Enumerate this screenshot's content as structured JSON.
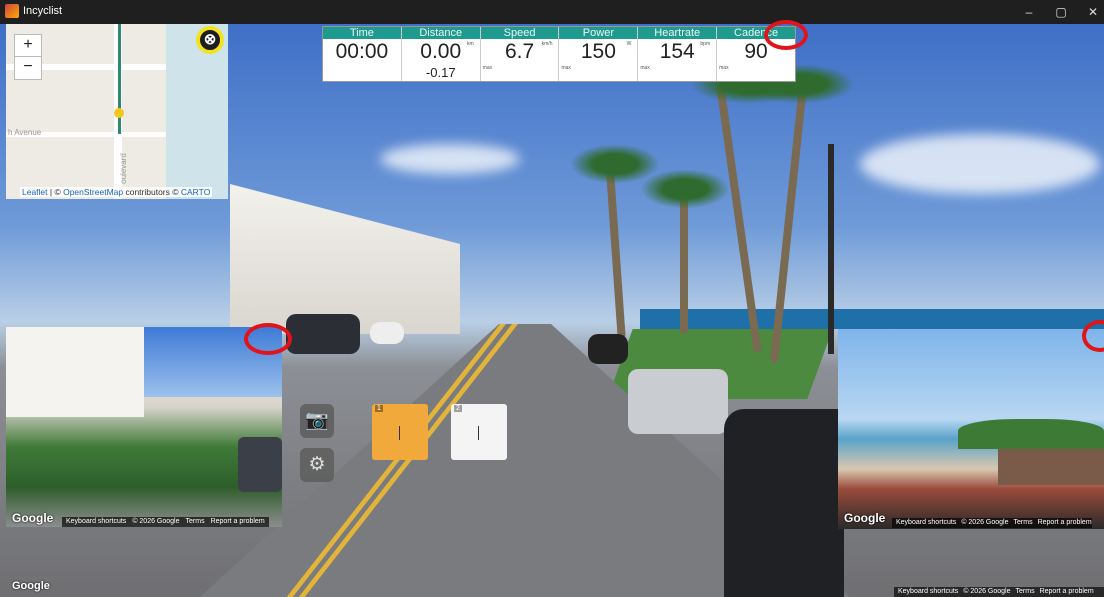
{
  "window": {
    "title": "Incyclist",
    "controls": [
      "–",
      "▢",
      "✕"
    ]
  },
  "map": {
    "zoom_in": "+",
    "zoom_out": "−",
    "labels": [
      "ue",
      "h Avenue",
      "oulevard"
    ],
    "attribution": {
      "leaflet": "Leaflet",
      "sep": " | © ",
      "osm": "OpenStreetMap",
      "contrib": " contributors © ",
      "carto": "CARTO"
    },
    "close_icon": "⊗"
  },
  "stats": [
    {
      "header": "Time",
      "value": "00:00",
      "unit": "",
      "sub": "",
      "max_label": ""
    },
    {
      "header": "Distance",
      "value": "0.00",
      "unit": "km",
      "sub": "-0.17",
      "max_label": ""
    },
    {
      "header": "Speed",
      "value": "6.7",
      "unit": "km/h",
      "sub": "",
      "max_label": "max"
    },
    {
      "header": "Power",
      "value": "150",
      "unit": "W",
      "sub": "",
      "max_label": "max"
    },
    {
      "header": "Heartrate",
      "value": "154",
      "unit": "bpm",
      "sub": "",
      "max_label": "max"
    },
    {
      "header": "Cadence",
      "value": "90",
      "unit": "",
      "sub": "",
      "max_label": "max"
    }
  ],
  "streetview_left": {
    "logo": "Google",
    "footer": [
      "Keyboard shortcuts",
      "© 2026 Google",
      "Terms",
      "Report a problem"
    ]
  },
  "streetview_right": {
    "logo": "Google",
    "footer": [
      "Keyboard shortcuts",
      "© 2026 Google",
      "Terms",
      "Report a problem"
    ]
  },
  "main_footer": {
    "logo": "Google",
    "items": [
      "Keyboard shortcuts",
      "© 2026 Google",
      "Terms",
      "Report a problem"
    ]
  },
  "controls": {
    "camera_icon": "📷",
    "settings_icon": "⚙"
  },
  "slots": [
    {
      "number": "1",
      "color": "#f0a93a"
    },
    {
      "number": "2",
      "color": "#f4f4f4"
    }
  ],
  "colors": {
    "header": "#1e9a8f",
    "highlight_red": "#e0141a",
    "highlight_yellow": "#f2e31c"
  }
}
